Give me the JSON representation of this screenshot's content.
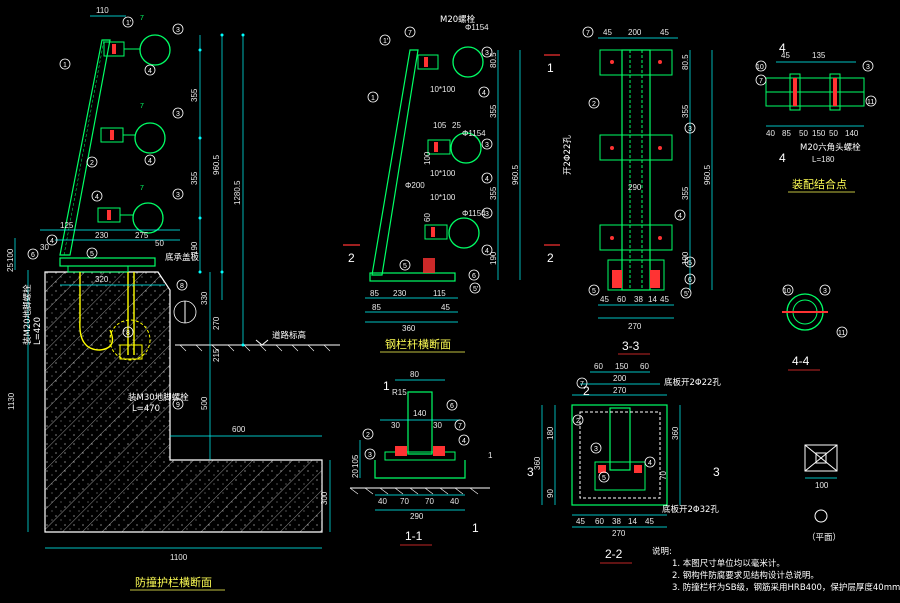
{
  "colors": {
    "background": "#000000",
    "outline": "#ffffff",
    "steel": "#00ff66",
    "dimension": "#00ffff",
    "bar": "#ffff00",
    "bolt": "#ff3333",
    "title": "#ffff55"
  },
  "titles": {
    "main_section": "防撞护栏横断面",
    "steel_rail_section": "钢栏杆横断面",
    "section_3_3": "3-3",
    "assembly_detail": "装配结合点",
    "section_4_4": "4-4",
    "section_1_1": "1-1",
    "section_2_2": "2-2",
    "plan": "（平面）"
  },
  "main_section": {
    "labels": {
      "m20_anchor": "装M20地脚螺栓",
      "m20_length": "L=420",
      "m30_anchor": "装M30地脚螺栓",
      "m30_length": "L=470",
      "road_level": "道路标高",
      "back_plate": "底承盖板"
    },
    "dims": {
      "top_110": "110",
      "d_30_a": "30",
      "d_125": "125",
      "d_230": "230",
      "d_275": "275",
      "d_50": "50",
      "d_320": "320",
      "d_100": "100",
      "d_25": "25",
      "v_355_a": "355",
      "v_355_b": "355",
      "v_190": "190",
      "v_960_5": "960.5",
      "v_1280_5": "1280.5",
      "v_330": "330",
      "v_270": "270",
      "v_215": "215",
      "v_500": "500",
      "v_1130": "1130",
      "v_300": "300",
      "h_600": "600",
      "h_1100": "1100"
    }
  },
  "steel_rail": {
    "labels": {
      "m20_bolt": "M20螺栓",
      "plate_10x100_a": "10*100",
      "plate_10x100_b": "10*100",
      "plate_10x100_c": "10*100",
      "pipe_a": "Φ1154",
      "pipe_b": "Φ1154",
      "pipe_c": "Φ1154",
      "pipe_200": "Φ200",
      "d_105": "105",
      "d_25": "25",
      "d_100": "100",
      "d_60": "60"
    },
    "dims": {
      "h_85": "85",
      "h_230": "230",
      "h_115": "115",
      "h_45": "45",
      "h_360": "360",
      "v_80_5": "80.5",
      "v_355_a": "355",
      "v_355_b": "355",
      "v_190": "190",
      "v_960_5": "960.5"
    }
  },
  "section_3_3": {
    "dims": {
      "top_45_a": "45",
      "top_200": "200",
      "top_45_b": "45",
      "v_80_5": "80.5",
      "v_355_a": "355",
      "v_355_b": "355",
      "v_190": "190",
      "v_960_5": "960.5",
      "d_290": "290",
      "b_45": "45",
      "b_60": "60",
      "b_38": "38",
      "b_14": "14",
      "b_45b": "45",
      "b_270": "270"
    },
    "labels": {
      "holes": "开2Φ22孔"
    }
  },
  "assembly": {
    "dims": {
      "t_45": "45",
      "t_135": "135",
      "b_40": "40",
      "b_85": "85",
      "b_50a": "50",
      "b_150": "150",
      "b_50b": "50",
      "b_140": "140"
    },
    "labels": {
      "bolt": "M20六角头螺栓",
      "length": "L=180"
    }
  },
  "section_1_1": {
    "dims": {
      "t_80": "80",
      "t_r15": "R15",
      "t_140": "140",
      "t_30a": "30",
      "t_30b": "30",
      "b_40": "40",
      "b_70a": "70",
      "b_70b": "70",
      "b_40b": "40",
      "b_290": "290",
      "v_105": "105",
      "v_20": "20",
      "v_1": "1"
    }
  },
  "section_2_2": {
    "dims": {
      "t_60": "60",
      "t_150": "150",
      "t_60b": "60",
      "t_200": "200",
      "t_270": "270",
      "v_180": "180",
      "v_360": "360",
      "v_90": "90",
      "v_70": "70",
      "b_45": "45",
      "b_60": "60",
      "b_38": "38",
      "b_14": "14",
      "b_45b": "45",
      "b_270": "270"
    },
    "labels": {
      "top_plate_holes": "底板开2Φ22孔",
      "bottom_plate_holes": "底板开2Φ32孔"
    }
  },
  "plan": {
    "dims": {
      "d_100": "100"
    }
  },
  "cut_marks": {
    "c1": "1",
    "c2": "2",
    "c3": "3",
    "c4": "4"
  },
  "notes": {
    "heading": "说明:",
    "items": [
      "1. 本图尺寸单位均以毫米计。",
      "2. 钢构件防腐要求见结构设计总说明。",
      "3. 防撞栏杆为SB级，钢筋采用HRB400，保护层厚度40mm。"
    ]
  }
}
